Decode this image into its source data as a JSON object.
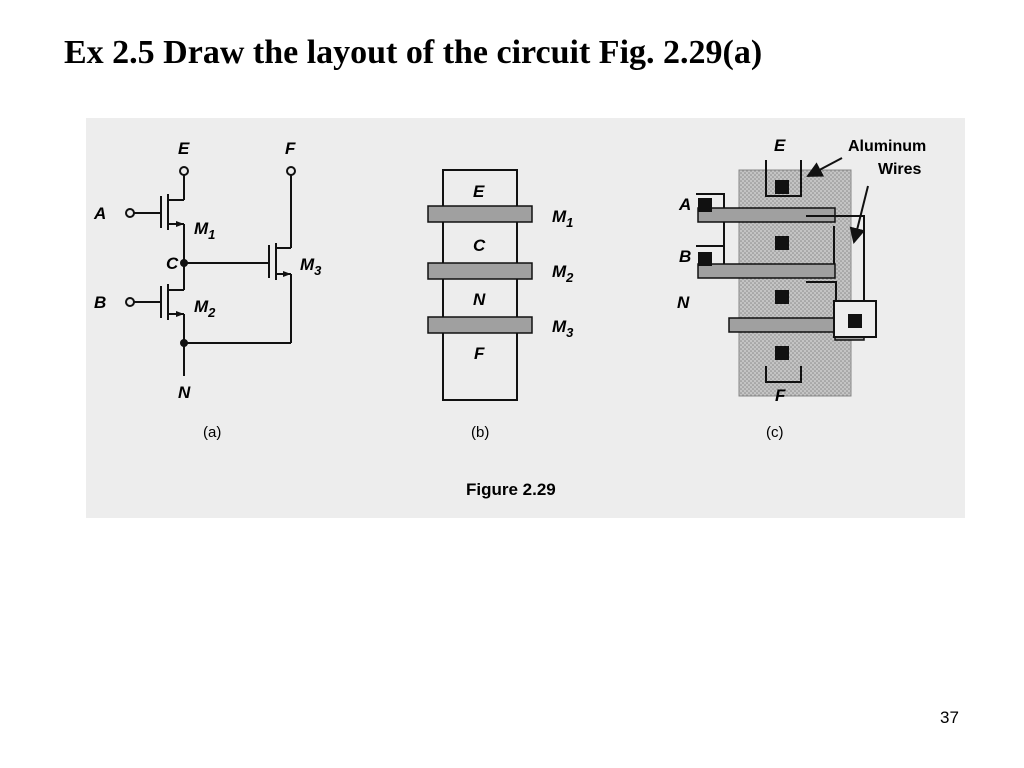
{
  "title": "Ex 2.5 Draw the layout of the circuit Fig. 2.29(a)",
  "page_number": "37",
  "figure": {
    "caption": "Figure 2.29",
    "panel_a": {
      "label": "(a)",
      "nodes": {
        "e": "E",
        "f": "F",
        "a": "A",
        "b": "B",
        "c": "C",
        "n": "N"
      },
      "transistors": [
        {
          "letter": "M",
          "sub": "1"
        },
        {
          "letter": "M",
          "sub": "3"
        },
        {
          "letter": "M",
          "sub": "2"
        }
      ]
    },
    "panel_b": {
      "label": "(b)",
      "regions": [
        "E",
        "C",
        "N",
        "F"
      ],
      "gates": [
        {
          "letter": "M",
          "sub": "1"
        },
        {
          "letter": "M",
          "sub": "2"
        },
        {
          "letter": "M",
          "sub": "3"
        }
      ]
    },
    "panel_c": {
      "label": "(c)",
      "terminals": {
        "e": "E",
        "a": "A",
        "b": "B",
        "n": "N",
        "f": "F"
      },
      "annotation_line1": "Aluminum",
      "annotation_line2": "Wires"
    }
  },
  "colors": {
    "figure_background": "#ededed",
    "diffusion": "#bdbdbd",
    "poly": "#a0a0a0",
    "ink": "#111111"
  }
}
